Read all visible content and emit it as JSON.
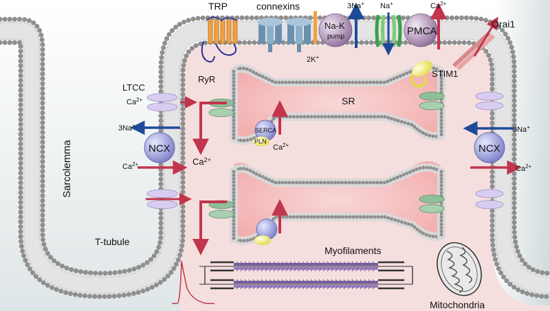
{
  "labels": {
    "trp": "TRP",
    "connexins": "connexins",
    "na_top": "3Na",
    "na_top_sup": "+",
    "nak_line1": "Na-K",
    "nak_line2": "pump",
    "two_k": "2K",
    "two_k_sup": "+",
    "na_channel": "Na",
    "na_channel_sup": "+",
    "pmca": "PMCA",
    "pmca_ca": "Ca",
    "pmca_ca_sup": "2+",
    "orai1": "Orai1",
    "stim1": "STIM1",
    "ltcc": "LTCC",
    "ryr": "RyR",
    "sr": "SR",
    "ltcc_ca": "Ca",
    "ltcc_ca_sup": "2+",
    "left_na": "3Na",
    "left_na_sup": "+",
    "ncx_left": "NCX",
    "left_ca_lower": "Ca",
    "left_ca_lower_sup": "2+",
    "ryr_ca": "Ca",
    "ryr_ca_sup": "2+",
    "serca": "SERCA",
    "pln": "PLN",
    "serca_ca": "Ca",
    "serca_ca_sup": "2+",
    "ncx_right": "NCX",
    "right_na": "3Na",
    "right_na_sup": "+",
    "right_ca": "Ca",
    "right_ca_sup": "2+",
    "sarcolemma": "Sarcolemma",
    "t_tubule": "T-tubule",
    "myofilaments": "Myofilaments",
    "mitochondria": "Mitochondria"
  },
  "colors": {
    "cytosol": "#f6e3e3",
    "membrane_head": "#8f8f8f",
    "arrow_red": "#c2354c",
    "arrow_blue": "#1f4a9a",
    "ncx_fill": "#a9a9d6",
    "ltcc_fill": "#d8cdf0",
    "ryr_fill": "#8fbf99",
    "trp_color": "#f2a040",
    "connexin_color": "#6c8fb0",
    "pmca_fill": "#b49ab8",
    "sr_glow": "#f3a5a5"
  }
}
